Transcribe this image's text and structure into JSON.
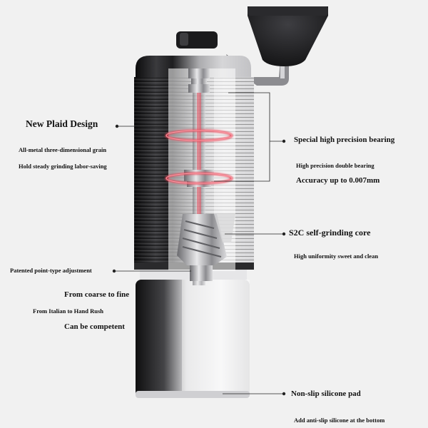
{
  "left": {
    "plaid_title": "New Plaid Design",
    "plaid_line1": "All-metal three-dimensional grain",
    "plaid_line2": "Hold steady grinding labor-saving",
    "adjust_title": "Patented point-type adjustment",
    "adjust_line1": "From coarse to fine",
    "adjust_line2": "From Italian to Hand Rush",
    "adjust_line3": "Can be competent"
  },
  "right": {
    "bearing_title": "Special high precision bearing",
    "bearing_line1": "High precision double bearing",
    "bearing_line2": "Accuracy up to 0.007mm",
    "core_title": "S2C self-grinding core",
    "core_line1": "High uniformity sweet and clean",
    "pad_title": "Non-slip silicone pad",
    "pad_line1": "Add anti-slip silicone at the bottom"
  },
  "colors": {
    "background": "#f1f1f1",
    "body_dark": "#1c1c1e",
    "accent_red": "#e8495a"
  }
}
